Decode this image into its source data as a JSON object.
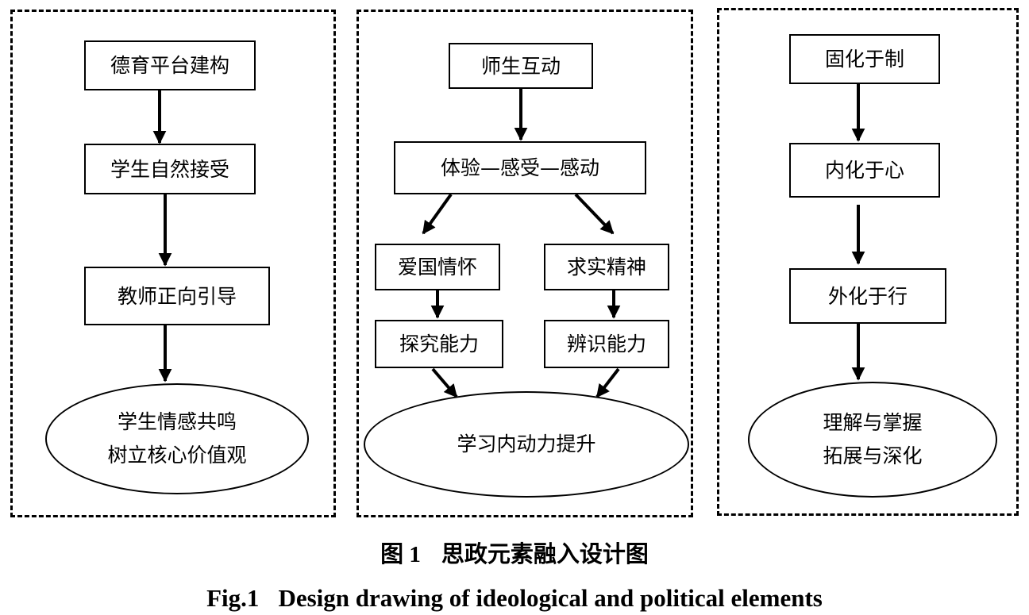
{
  "panels": {
    "left": {
      "box1": "德育平台建构",
      "box2": "学生自然接受",
      "box3": "教师正向引导",
      "oval_line1": "学生情感共鸣",
      "oval_line2": "树立核心价值观"
    },
    "middle": {
      "box1": "师生互动",
      "box2": "体验—感受—感动",
      "box_left1": "爱国情怀",
      "box_left2": "探究能力",
      "box_right1": "求实精神",
      "box_right2": "辨识能力",
      "oval": "学习内动力提升"
    },
    "right": {
      "box1": "固化于制",
      "box2": "内化于心",
      "box3": "外化于行",
      "oval_line1": "理解与掌握",
      "oval_line2": "拓展与深化"
    }
  },
  "caption": {
    "cn_number": "图 1",
    "cn_title": "思政元素融入设计图",
    "en_number": "Fig.1",
    "en_title": "Design drawing of ideological and political elements"
  }
}
